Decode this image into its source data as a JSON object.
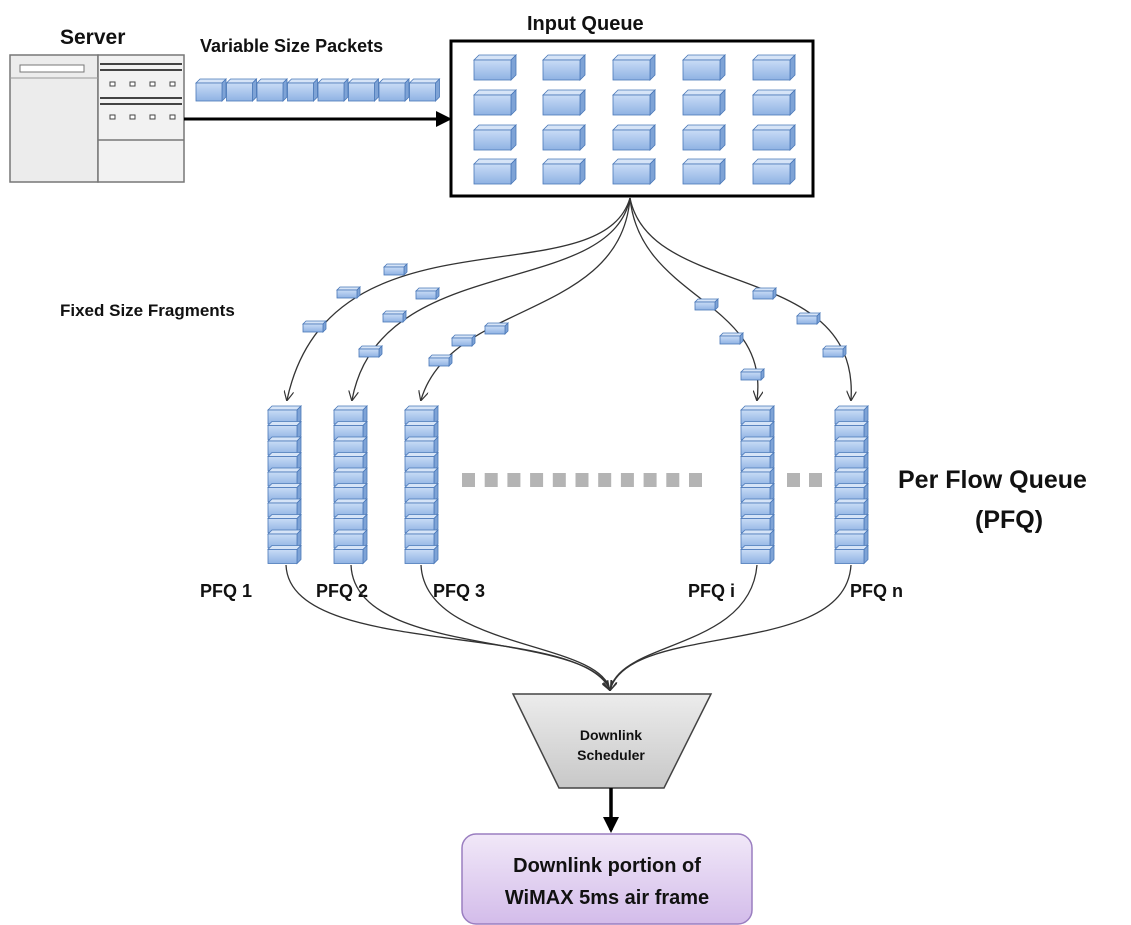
{
  "labels": {
    "server": "Server",
    "variable_packets": "Variable Size Packets",
    "input_queue": "Input Queue",
    "fixed_fragments": "Fixed Size Fragments",
    "pfq_title_line1": "Per Flow Queue",
    "pfq_title_line2": "(PFQ)",
    "scheduler_line1": "Downlink",
    "scheduler_line2": "Scheduler",
    "output_line1": "Downlink portion of",
    "output_line2": "WiMAX 5ms air frame"
  },
  "pfq_queues": [
    {
      "label": "PFQ 1"
    },
    {
      "label": "PFQ 2"
    },
    {
      "label": "PFQ 3"
    },
    {
      "label": "PFQ i"
    },
    {
      "label": "PFQ n"
    }
  ],
  "colors": {
    "packet_fill": "#a9c6ee",
    "packet_stroke": "#4a78b8",
    "server_fill": "#eeeeee",
    "dots": "#b4b4b4",
    "output_fill": "#e4d4f1",
    "output_stroke": "#9a7ec0",
    "scheduler_fill": "#d9d9d9"
  }
}
